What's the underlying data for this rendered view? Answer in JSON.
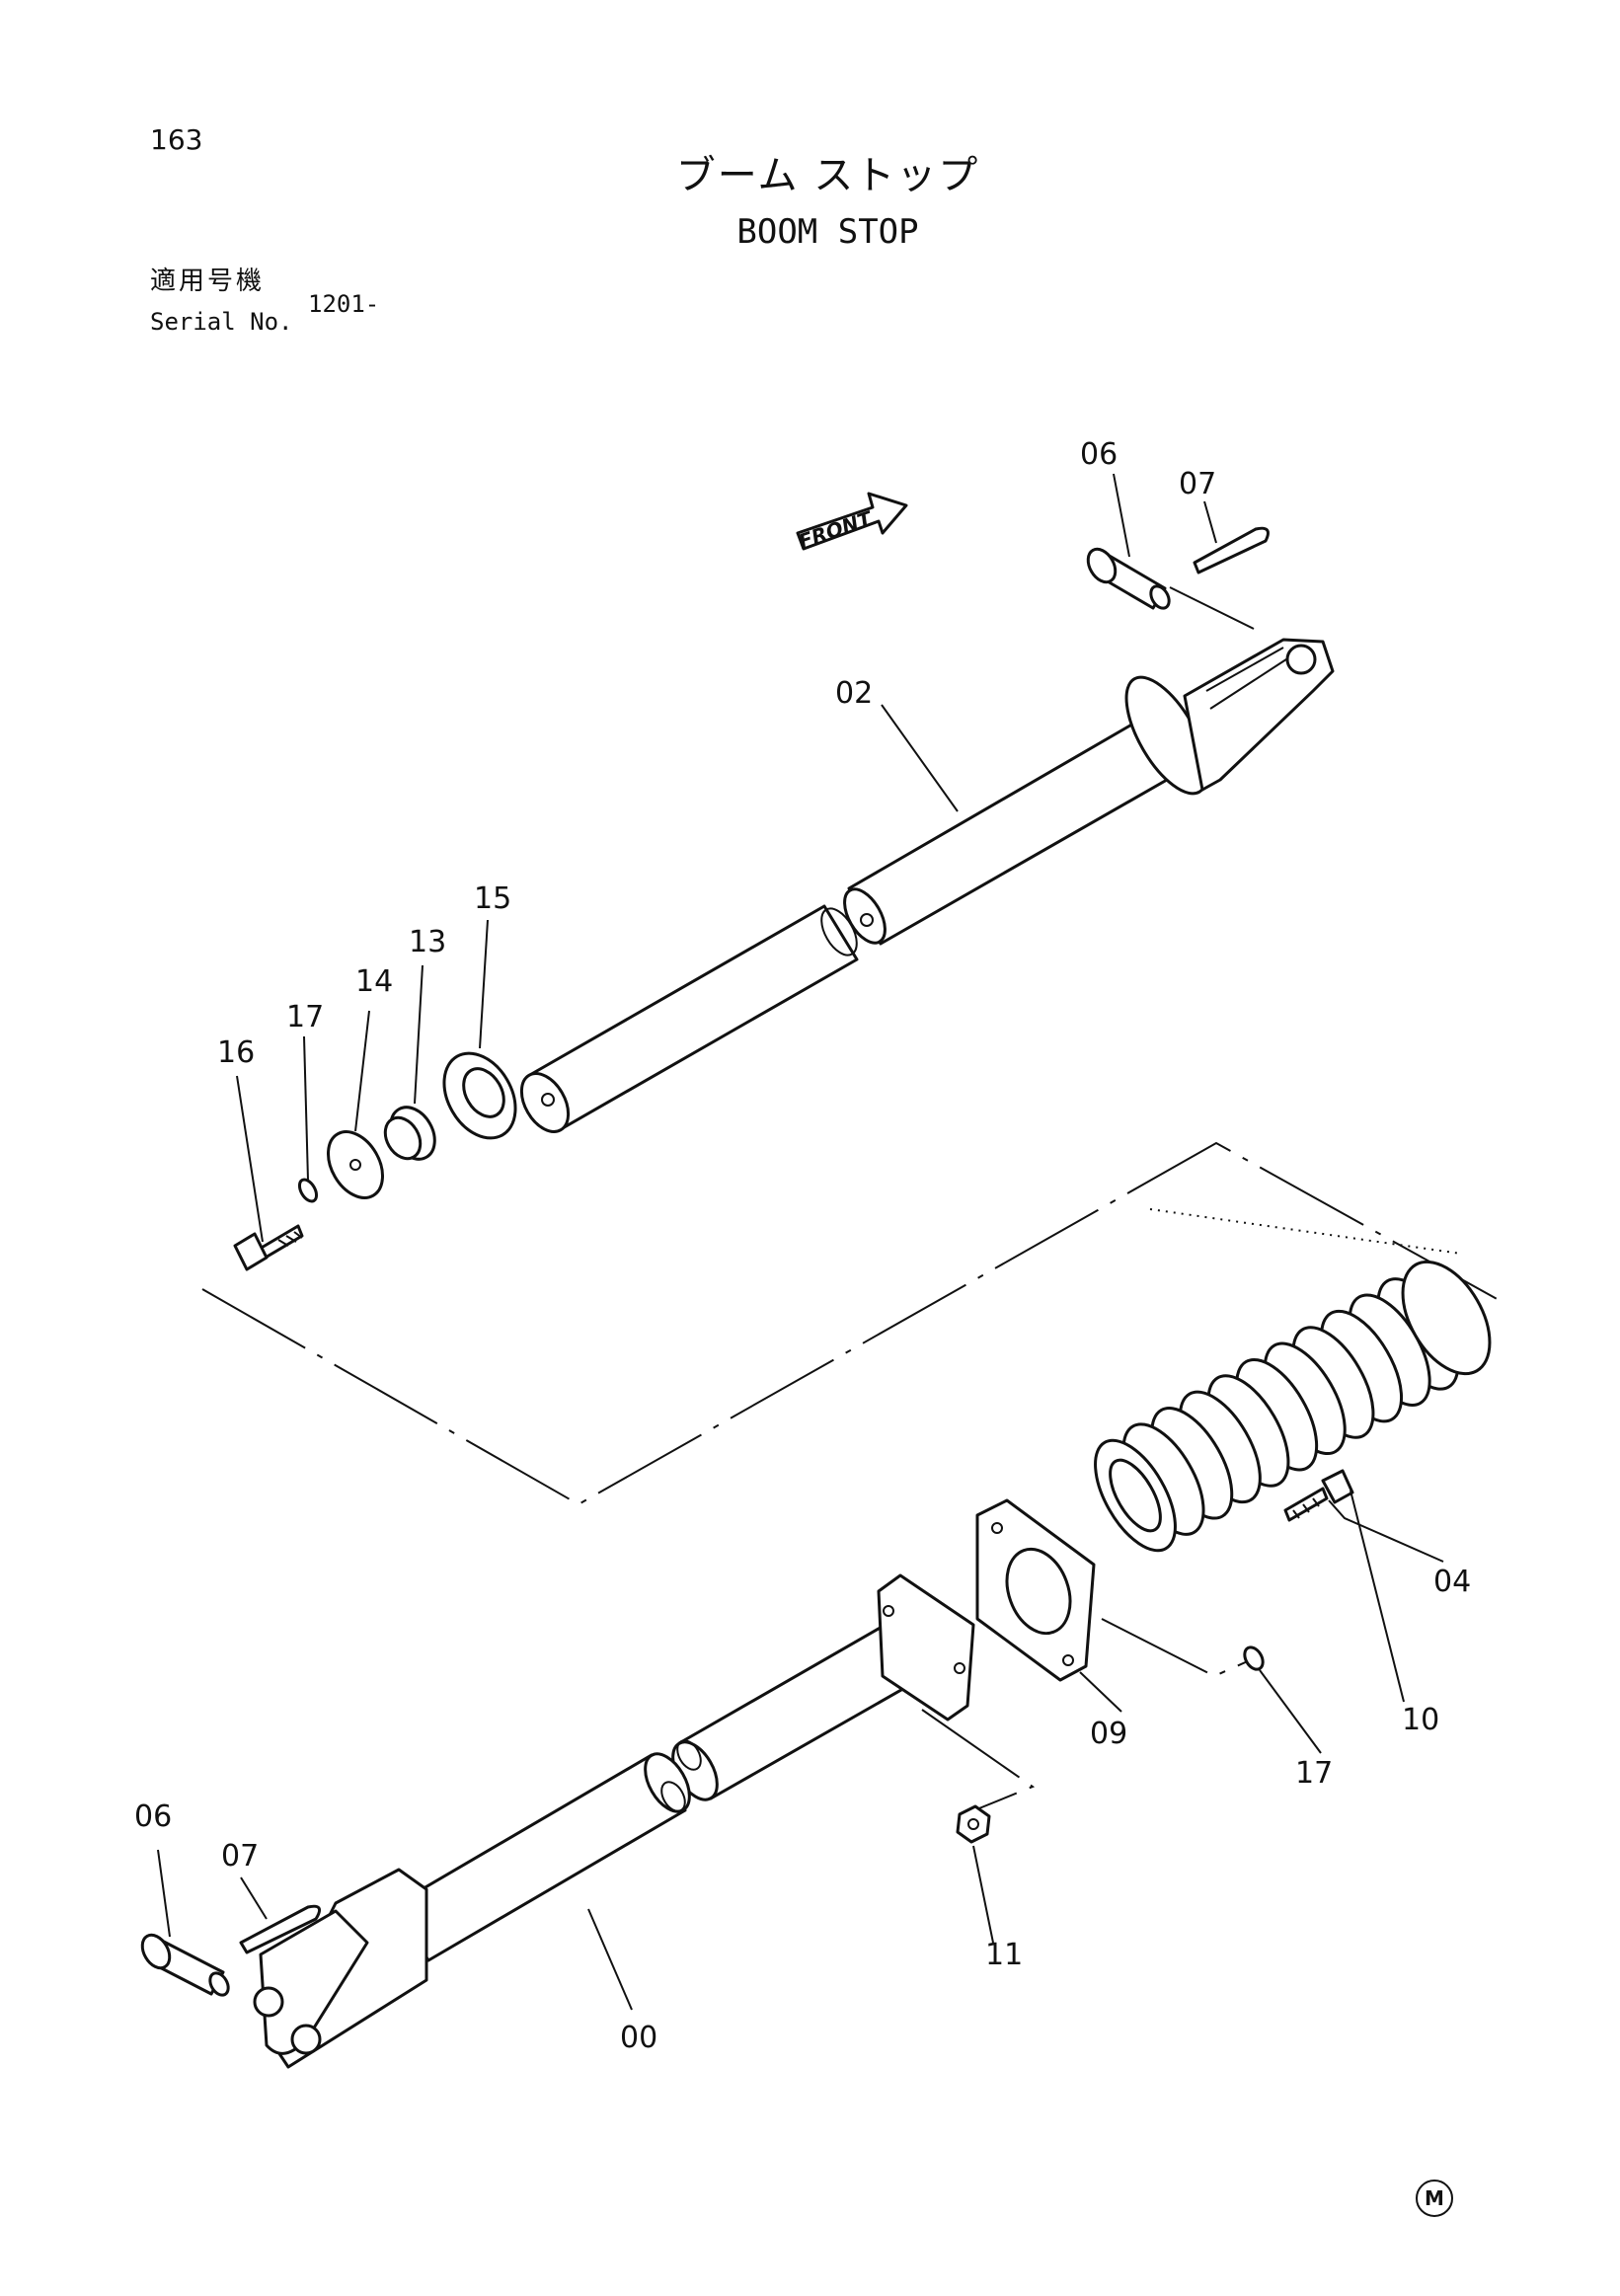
{
  "header": {
    "page_number": "163",
    "title_jp": "ブーム ストップ",
    "title_en": "BOOM STOP",
    "serial_label_jp": "適用号機",
    "serial_label_en": "Serial No.",
    "serial_value": "1201-"
  },
  "diagram": {
    "front_arrow": "FRONT",
    "callouts": {
      "p00": "00",
      "p02": "02",
      "p04": "04",
      "p06a": "06",
      "p06b": "06",
      "p07a": "07",
      "p07b": "07",
      "p09": "09",
      "p10": "10",
      "p11": "11",
      "p13": "13",
      "p14": "14",
      "p15": "15",
      "p16": "16",
      "p17a": "17",
      "p17b": "17"
    }
  },
  "footer": {
    "mark": "M"
  }
}
